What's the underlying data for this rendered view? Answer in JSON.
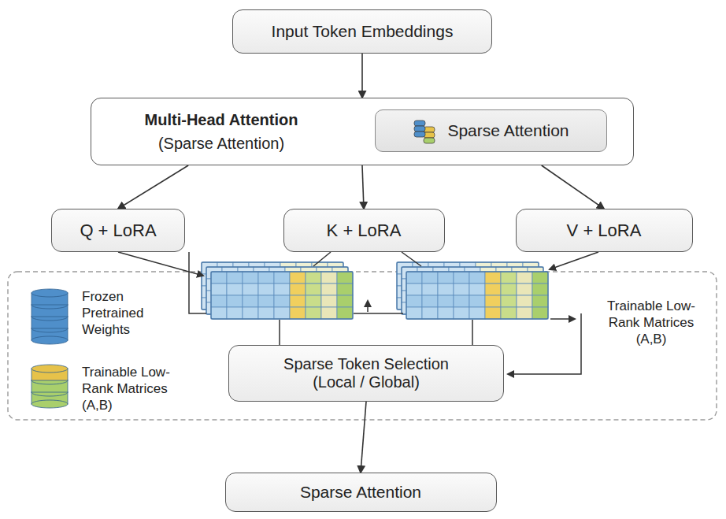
{
  "diagram": {
    "nodes": [
      {
        "text": [
          "Input Token Embeddings"
        ]
      },
      {
        "text": [
          "Multi-Head Attention",
          "(Sparse Attention)"
        ]
      },
      {
        "text": [
          "Sparse Attention"
        ],
        "in": 1
      },
      {
        "text": [
          "Q + LoRA"
        ]
      },
      {
        "text": [
          "K + LoRA"
        ]
      },
      {
        "text": [
          "V + LoRA"
        ]
      },
      {
        "text": [
          "Sparse Token Selection",
          "(Local / Global)"
        ]
      },
      {
        "text": [
          "Sparse Attention"
        ]
      }
    ],
    "edges": [
      {
        "from": 0,
        "to": 1,
        "arrow": "to"
      },
      {
        "from": 1,
        "to": 3,
        "arrow": "to"
      },
      {
        "from": 1,
        "to": 4,
        "arrow": "to"
      },
      {
        "from": 1,
        "to": 5,
        "arrow": "to"
      },
      {
        "from": 6,
        "to": 7,
        "arrow": "to"
      }
    ],
    "labels": [
      "Trainable Low-Rank Matrices (A,B)"
    ],
    "legend": [
      {
        "text": "Frozen Pretrained Weights",
        "color": "#4f8fca"
      },
      {
        "text": "Trainable Low-Rank Matrices (A,B)",
        "color": "#e6c24a"
      }
    ]
  }
}
